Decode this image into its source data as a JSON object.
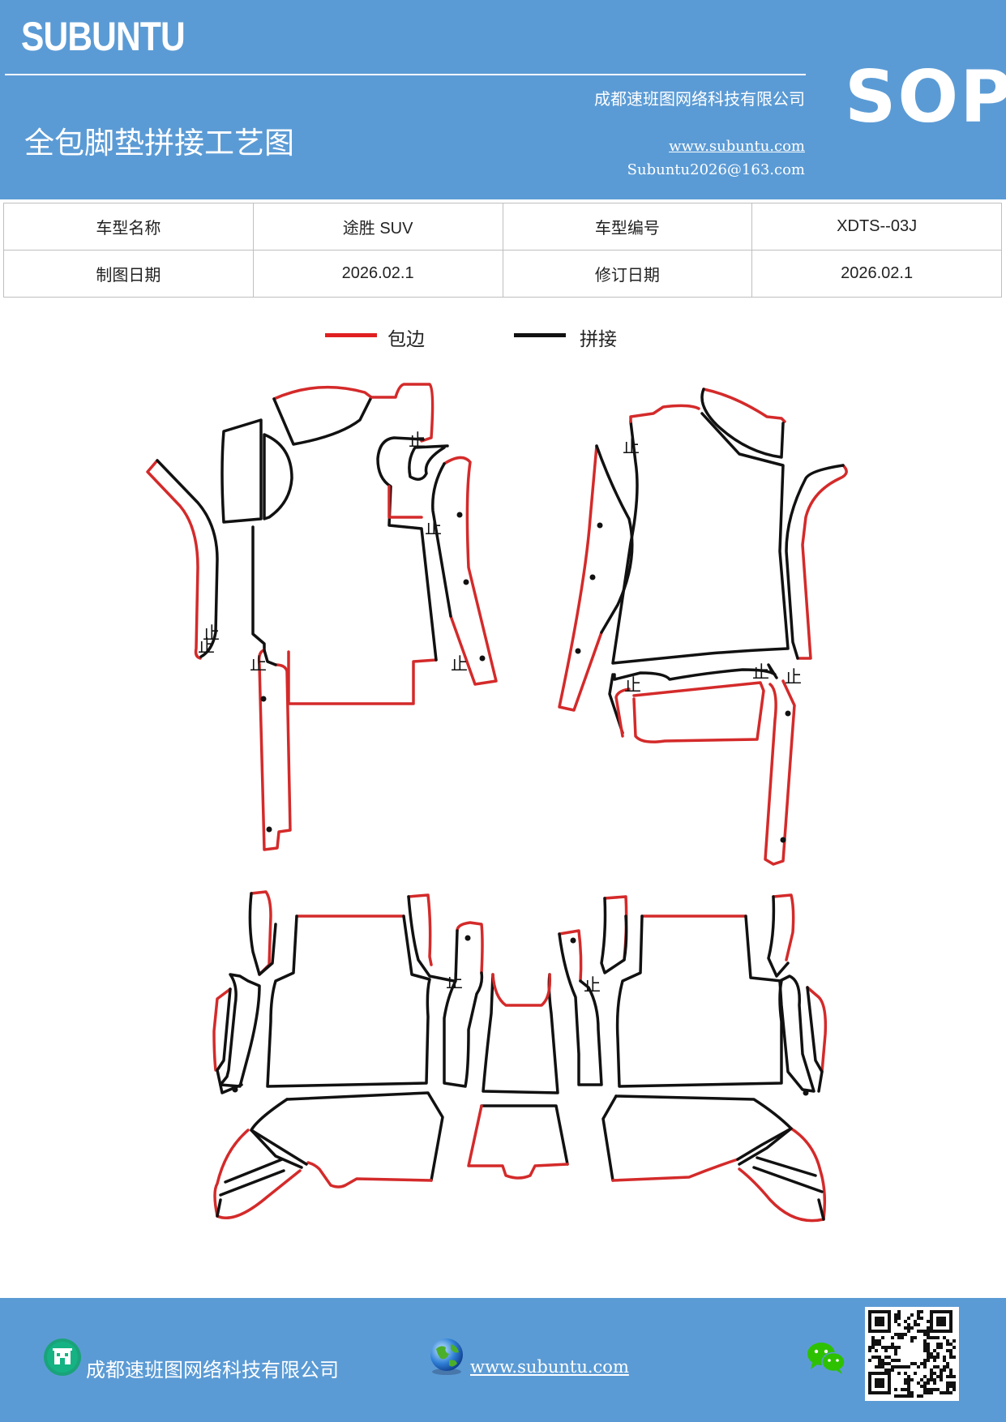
{
  "header": {
    "brand": "SUBUNTU",
    "company": "成都速班图网络科技有限公司",
    "title": "全包脚垫拼接工艺图",
    "website": "www.subuntu.com",
    "email": "Subuntu2026@163.com",
    "badge": "SOP"
  },
  "info_table": {
    "rows": [
      {
        "label1": "车型名称",
        "value1": "途胜 SUV",
        "label2": "车型编号",
        "value2": "XDTS--03J"
      },
      {
        "label1": "制图日期",
        "value1": "2026.02.1",
        "label2": "修订日期",
        "value2": "2026.02.1"
      }
    ]
  },
  "legend": {
    "items": [
      {
        "label": "包边",
        "color": "#e02020"
      },
      {
        "label": "拼接",
        "color": "#111111"
      }
    ]
  },
  "diagram": {
    "edge_color": "#d42a2a",
    "seam_color": "#111111",
    "stop_mark": "止"
  },
  "footer": {
    "company": "成都速班图网络科技有限公司",
    "website": "www.subuntu.com",
    "company_icon": "building-icon",
    "web_icon": "globe-icon",
    "wechat_icon": "wechat-icon",
    "qr_icon": "qr-code"
  },
  "colors": {
    "brand_blue": "#5b9bd5"
  }
}
